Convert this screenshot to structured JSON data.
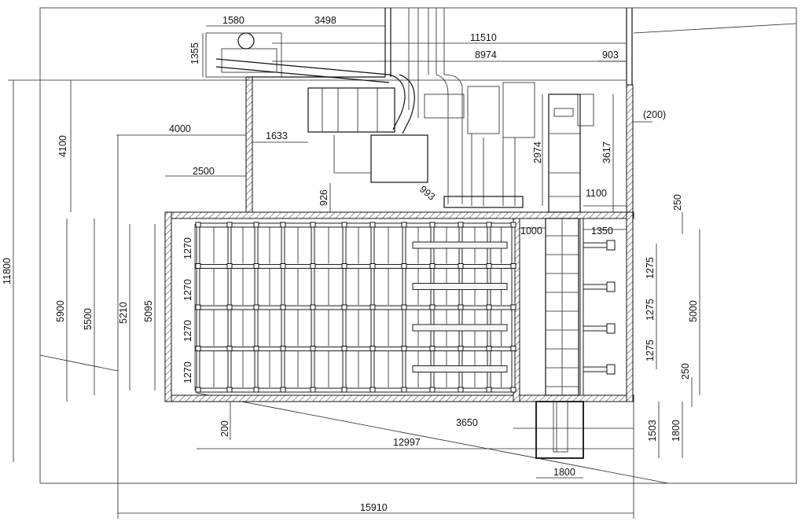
{
  "drawing": {
    "dimensions": {
      "d1580": "1580",
      "d3498": "3498",
      "d11510": "11510",
      "d1355": "1355",
      "d8974": "8974",
      "d903": "903",
      "d200p": "(200)",
      "d4100": "4100",
      "d4000": "4000",
      "d1633": "1633",
      "d2974": "2974",
      "d3617": "3617",
      "d2500": "2500",
      "d926": "926",
      "d993": "993",
      "d1100": "1100",
      "d250a": "250",
      "d1000": "1000",
      "d1350": "1350",
      "d11800": "11800",
      "d5900": "5900",
      "d5500": "5500",
      "d5210": "5210",
      "d5095": "5095",
      "d1270a": "1270",
      "d1270b": "1270",
      "d1270c": "1270",
      "d1270d": "1270",
      "d1275a": "1275",
      "d1275b": "1275",
      "d1275c": "1275",
      "d5000": "5000",
      "d250b": "250",
      "d200": "200",
      "d3650": "3650",
      "d1503": "1503",
      "d1800v": "1800",
      "d12997": "12997",
      "d1800h": "1800",
      "d15910": "15910"
    }
  }
}
